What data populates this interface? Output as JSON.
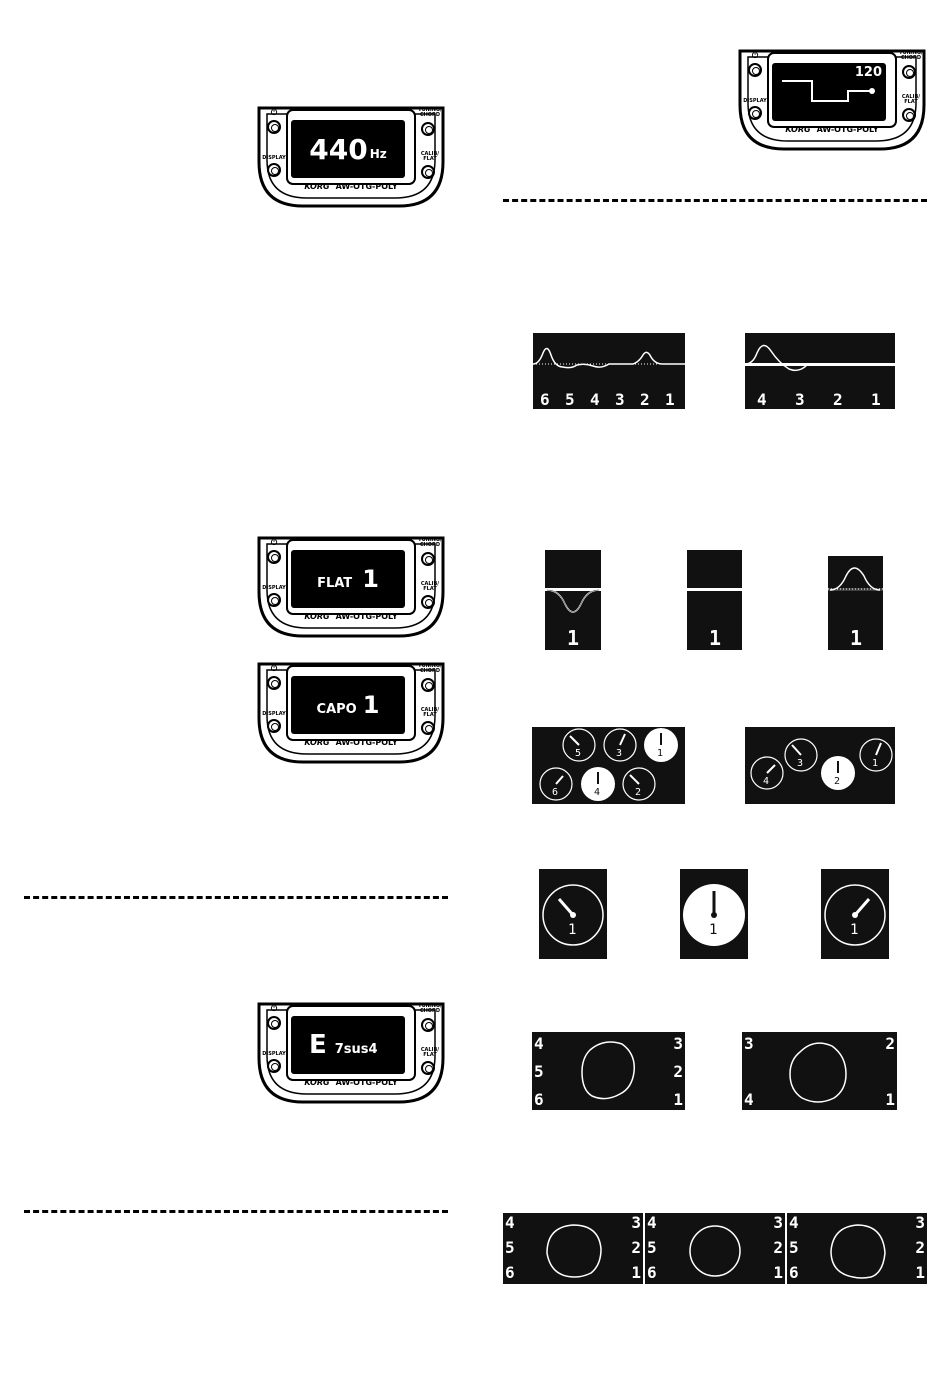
{
  "devices": {
    "common": {
      "brand": "KORG",
      "model": "AW-OTG-POLY",
      "power_label": "⏻",
      "display_label": "DISPLAY",
      "tuning_label_1": "TUNING/",
      "tuning_label_2": "CHORD",
      "calib_label_1": "CALIB/",
      "calib_label_2": "FLAT"
    },
    "calib": {
      "value": "440",
      "unit": "Hz"
    },
    "metronome": {
      "tempo": "120"
    },
    "flat": {
      "label": "FLAT",
      "value": "1"
    },
    "capo": {
      "label": "CAPO",
      "value": "1"
    },
    "chord": {
      "root": "E",
      "quality": "7sus4"
    }
  },
  "strip_panels": {
    "six_string": [
      "6",
      "5",
      "4",
      "3",
      "2",
      "1"
    ],
    "four_string": [
      "4",
      "3",
      "2",
      "1"
    ]
  },
  "single_panels": [
    "1",
    "1",
    "1"
  ],
  "needle_panels": {
    "six": [
      "5",
      "3",
      "1",
      "6",
      "4",
      "2"
    ],
    "four": [
      "4",
      "3",
      "2",
      "1"
    ],
    "singles": [
      "1",
      "1",
      "1"
    ]
  },
  "strobe_panels": {
    "six_left": [
      "4",
      "5",
      "6"
    ],
    "six_right": [
      "3",
      "2",
      "1"
    ],
    "four_left": [
      "3",
      "4"
    ],
    "four_right": [
      "2",
      "1"
    ]
  },
  "triple_panels": {
    "left": [
      "4",
      "5",
      "6"
    ],
    "right": [
      "3",
      "2",
      "1"
    ]
  }
}
